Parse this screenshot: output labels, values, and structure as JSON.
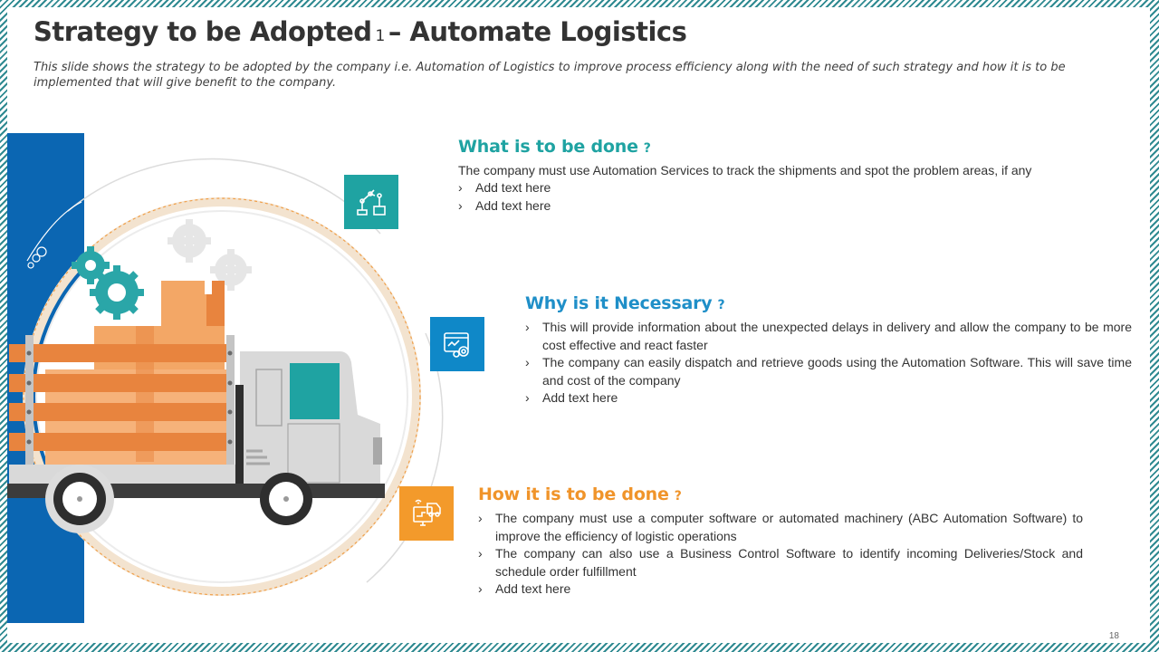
{
  "header": {
    "title_a": "Strategy to be Adopted",
    "title_num": "1",
    "title_b": "– Automate Logistics",
    "subtitle": "This slide shows the strategy to be adopted by the company i.e. Automation of Logistics to improve process efficiency along with the need of such strategy and how it is to be implemented that will give benefit to the company."
  },
  "sections": [
    {
      "heading": "What is to be done",
      "mark": "?",
      "color": "#1fa3a2",
      "icon": "robot-arm-icon",
      "lead": "The company must use Automation  Services to track the shipments and spot the problem  areas, if any",
      "bullets": [
        "Add text here",
        "Add text here"
      ]
    },
    {
      "heading": "Why is it Necessary",
      "mark": "?",
      "color": "#1f8fc8",
      "icon": "automation-settings-icon",
      "bullets": [
        "This will provide information about the unexpected delays in delivery and allow the company to be more cost effective and react faster",
        "The company can easily dispatch and retrieve goods using the Automation Software. This will save time and cost of the company",
        "Add text here"
      ]
    },
    {
      "heading": "How it is to be done",
      "mark": "?",
      "color": "#f0942a",
      "icon": "logistics-monitor-icon",
      "bullets": [
        "The company must use a computer software or automated machinery (ABC Automation Software) to improve the efficiency of logistic operations",
        "The company can also use a Business Control Software to identify incoming Deliveries/Stock and schedule order fulfillment",
        "Add text here"
      ]
    }
  ],
  "footer": {
    "page": "18"
  },
  "colors": {
    "teal": "#1fa3a2",
    "blue": "#0b66b2",
    "orange": "#f0942a",
    "title": "#333333"
  }
}
